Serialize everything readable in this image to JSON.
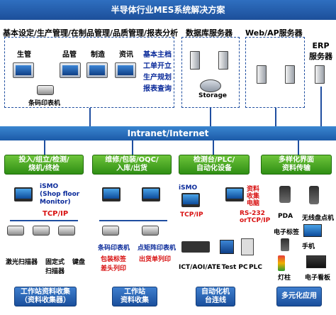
{
  "title": "半导体行业MES系统解决方案",
  "sections": {
    "left_label": "基本设定/生产管理/在制品管理/品质管理/报表分析",
    "db_label": "数据库服务器",
    "web_label": "Web/AP服务器",
    "erp_label": "ERP\n服务器"
  },
  "clients": [
    "生管",
    "品管",
    "制造",
    "资讯"
  ],
  "barcode_printer": "条码印表机",
  "functions": [
    "基本主档",
    "工单开立",
    "生产规划",
    "报表查询"
  ],
  "storage": "Storage",
  "network": "Intranet/Internet",
  "columns": [
    {
      "label": "投入/组立/检测/\n烧机/终检",
      "bottom": "工作站资料收集\n（资料收集器）"
    },
    {
      "label": "维修/包装/OQC/\n入库/出货",
      "bottom": "工作站\n资料收集"
    },
    {
      "label": "检测台/PLC/\n自动化设备",
      "bottom": "自动化机\n台连线"
    },
    {
      "label": "多样化界面\n资料传输",
      "bottom": "多元化应用"
    }
  ],
  "col1": {
    "ismo": "iSMO\n(Shop floor\nMonitor)",
    "tcpip": "TCP/IP",
    "devices": [
      "激光扫描器",
      "固定式\n扫描器",
      "键盘"
    ]
  },
  "col2": {
    "devices": [
      "条码印表机",
      "点矩阵印表机"
    ],
    "notes": [
      "包装标签\n差头列印",
      "出货单列印"
    ]
  },
  "col3": {
    "ismo": "iSMO",
    "data": "资料\n收集\n电脑",
    "tcpip": "TCP/IP",
    "rs232": "RS-232\norTCP/IP",
    "devices": [
      "ICT/AOI/ATE",
      "Test PC",
      "PLC"
    ]
  },
  "col4": {
    "devices": [
      "PDA",
      "无线盘点机",
      "电子标签",
      "手机",
      "灯柱",
      "电子看板"
    ]
  }
}
